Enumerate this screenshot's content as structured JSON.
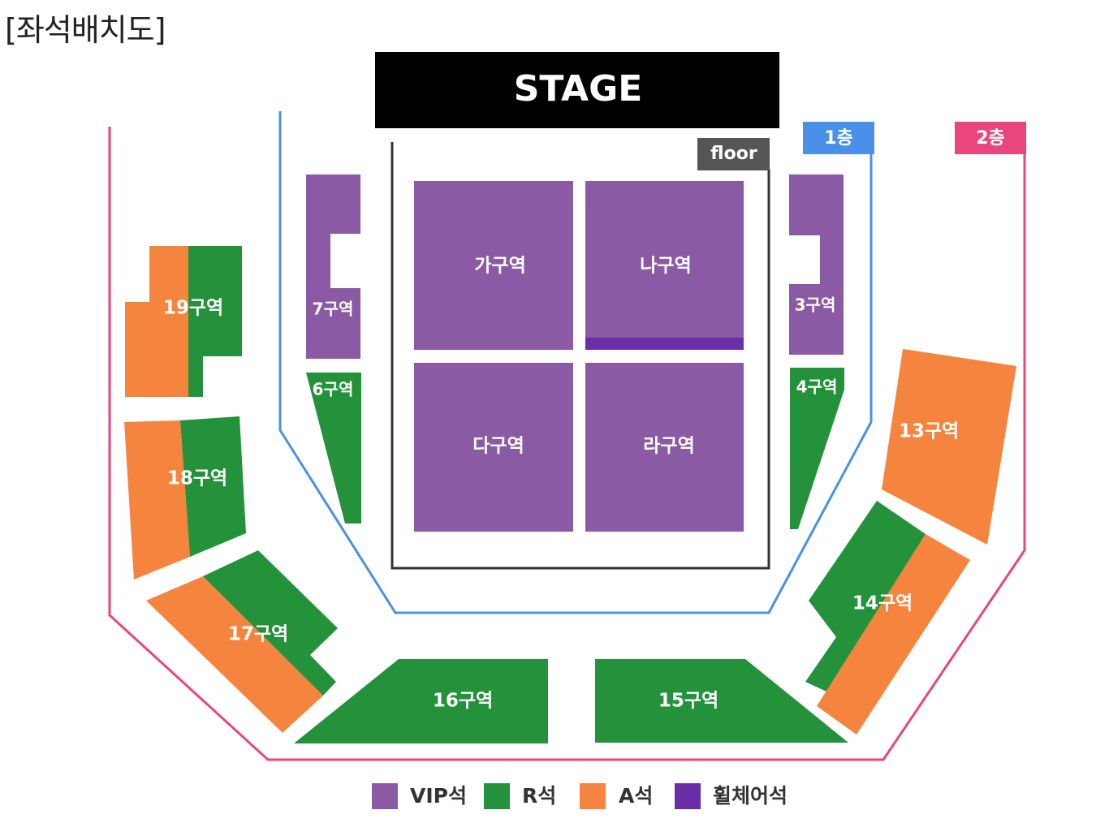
{
  "title": "[좌석배치도]",
  "stage": "STAGE",
  "floor_tag": "floor",
  "level_tags": {
    "level1": "1층",
    "level2": "2층"
  },
  "sections": {
    "ga": "가구역",
    "na": "나구역",
    "da": "다구역",
    "ra": "라구역",
    "s3": "3구역",
    "s4": "4구역",
    "s6": "6구역",
    "s7": "7구역",
    "s13": "13구역",
    "s14": "14구역",
    "s15": "15구역",
    "s16": "16구역",
    "s17": "17구역",
    "s18": "18구역",
    "s19": "19구역"
  },
  "legend": [
    {
      "label": "VIP석",
      "color": "#8b5aa4"
    },
    {
      "label": "R석",
      "color": "#23923a"
    },
    {
      "label": "A석",
      "color": "#f5843e"
    },
    {
      "label": "휠체어석",
      "color": "#6a2fa6"
    }
  ],
  "colors": {
    "vip": "#8b5aa4",
    "r": "#23923a",
    "a": "#f5843e",
    "wheelchair": "#6a2fa6",
    "level1_line": "#4a90e8",
    "level2_line": "#e8467c",
    "floor_tag": "#555555",
    "stage": "#000000"
  }
}
